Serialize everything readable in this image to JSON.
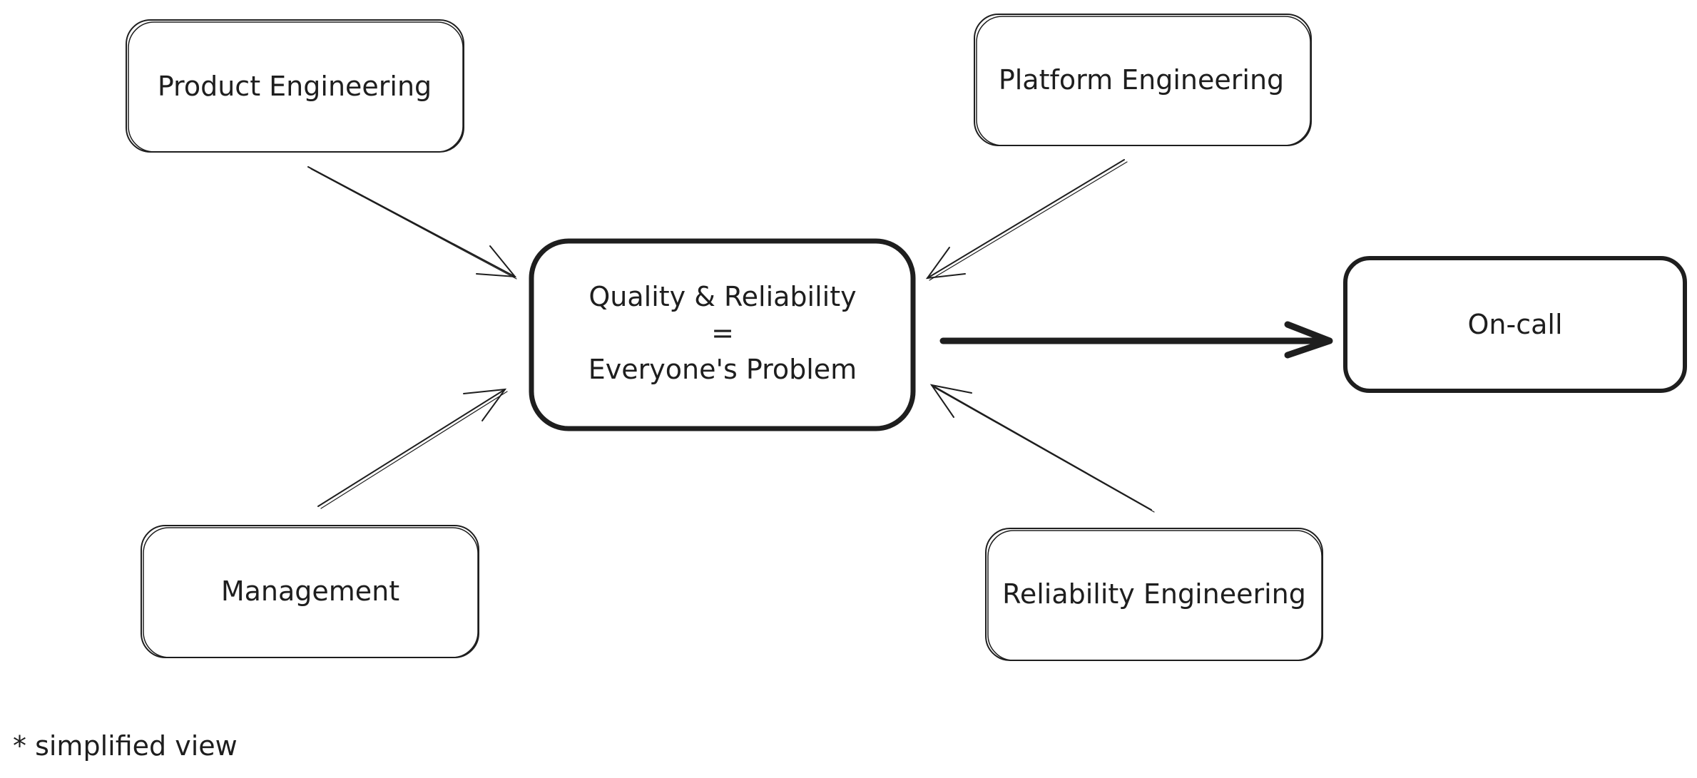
{
  "diagram": {
    "nodes": {
      "product_engineering": {
        "label": "Product Engineering"
      },
      "platform_engineering": {
        "label": "Platform Engineering"
      },
      "management": {
        "label": "Management"
      },
      "reliability_engineering": {
        "label": "Reliability Engineering"
      },
      "quality_reliability": {
        "line1": "Quality & Reliability",
        "line2": "=",
        "line3": "Everyone's Problem"
      },
      "on_call": {
        "label": "On-call"
      }
    },
    "footnote": "* simplified view",
    "colors": {
      "stroke": "#1e1e1e",
      "background": "#ffffff"
    }
  }
}
